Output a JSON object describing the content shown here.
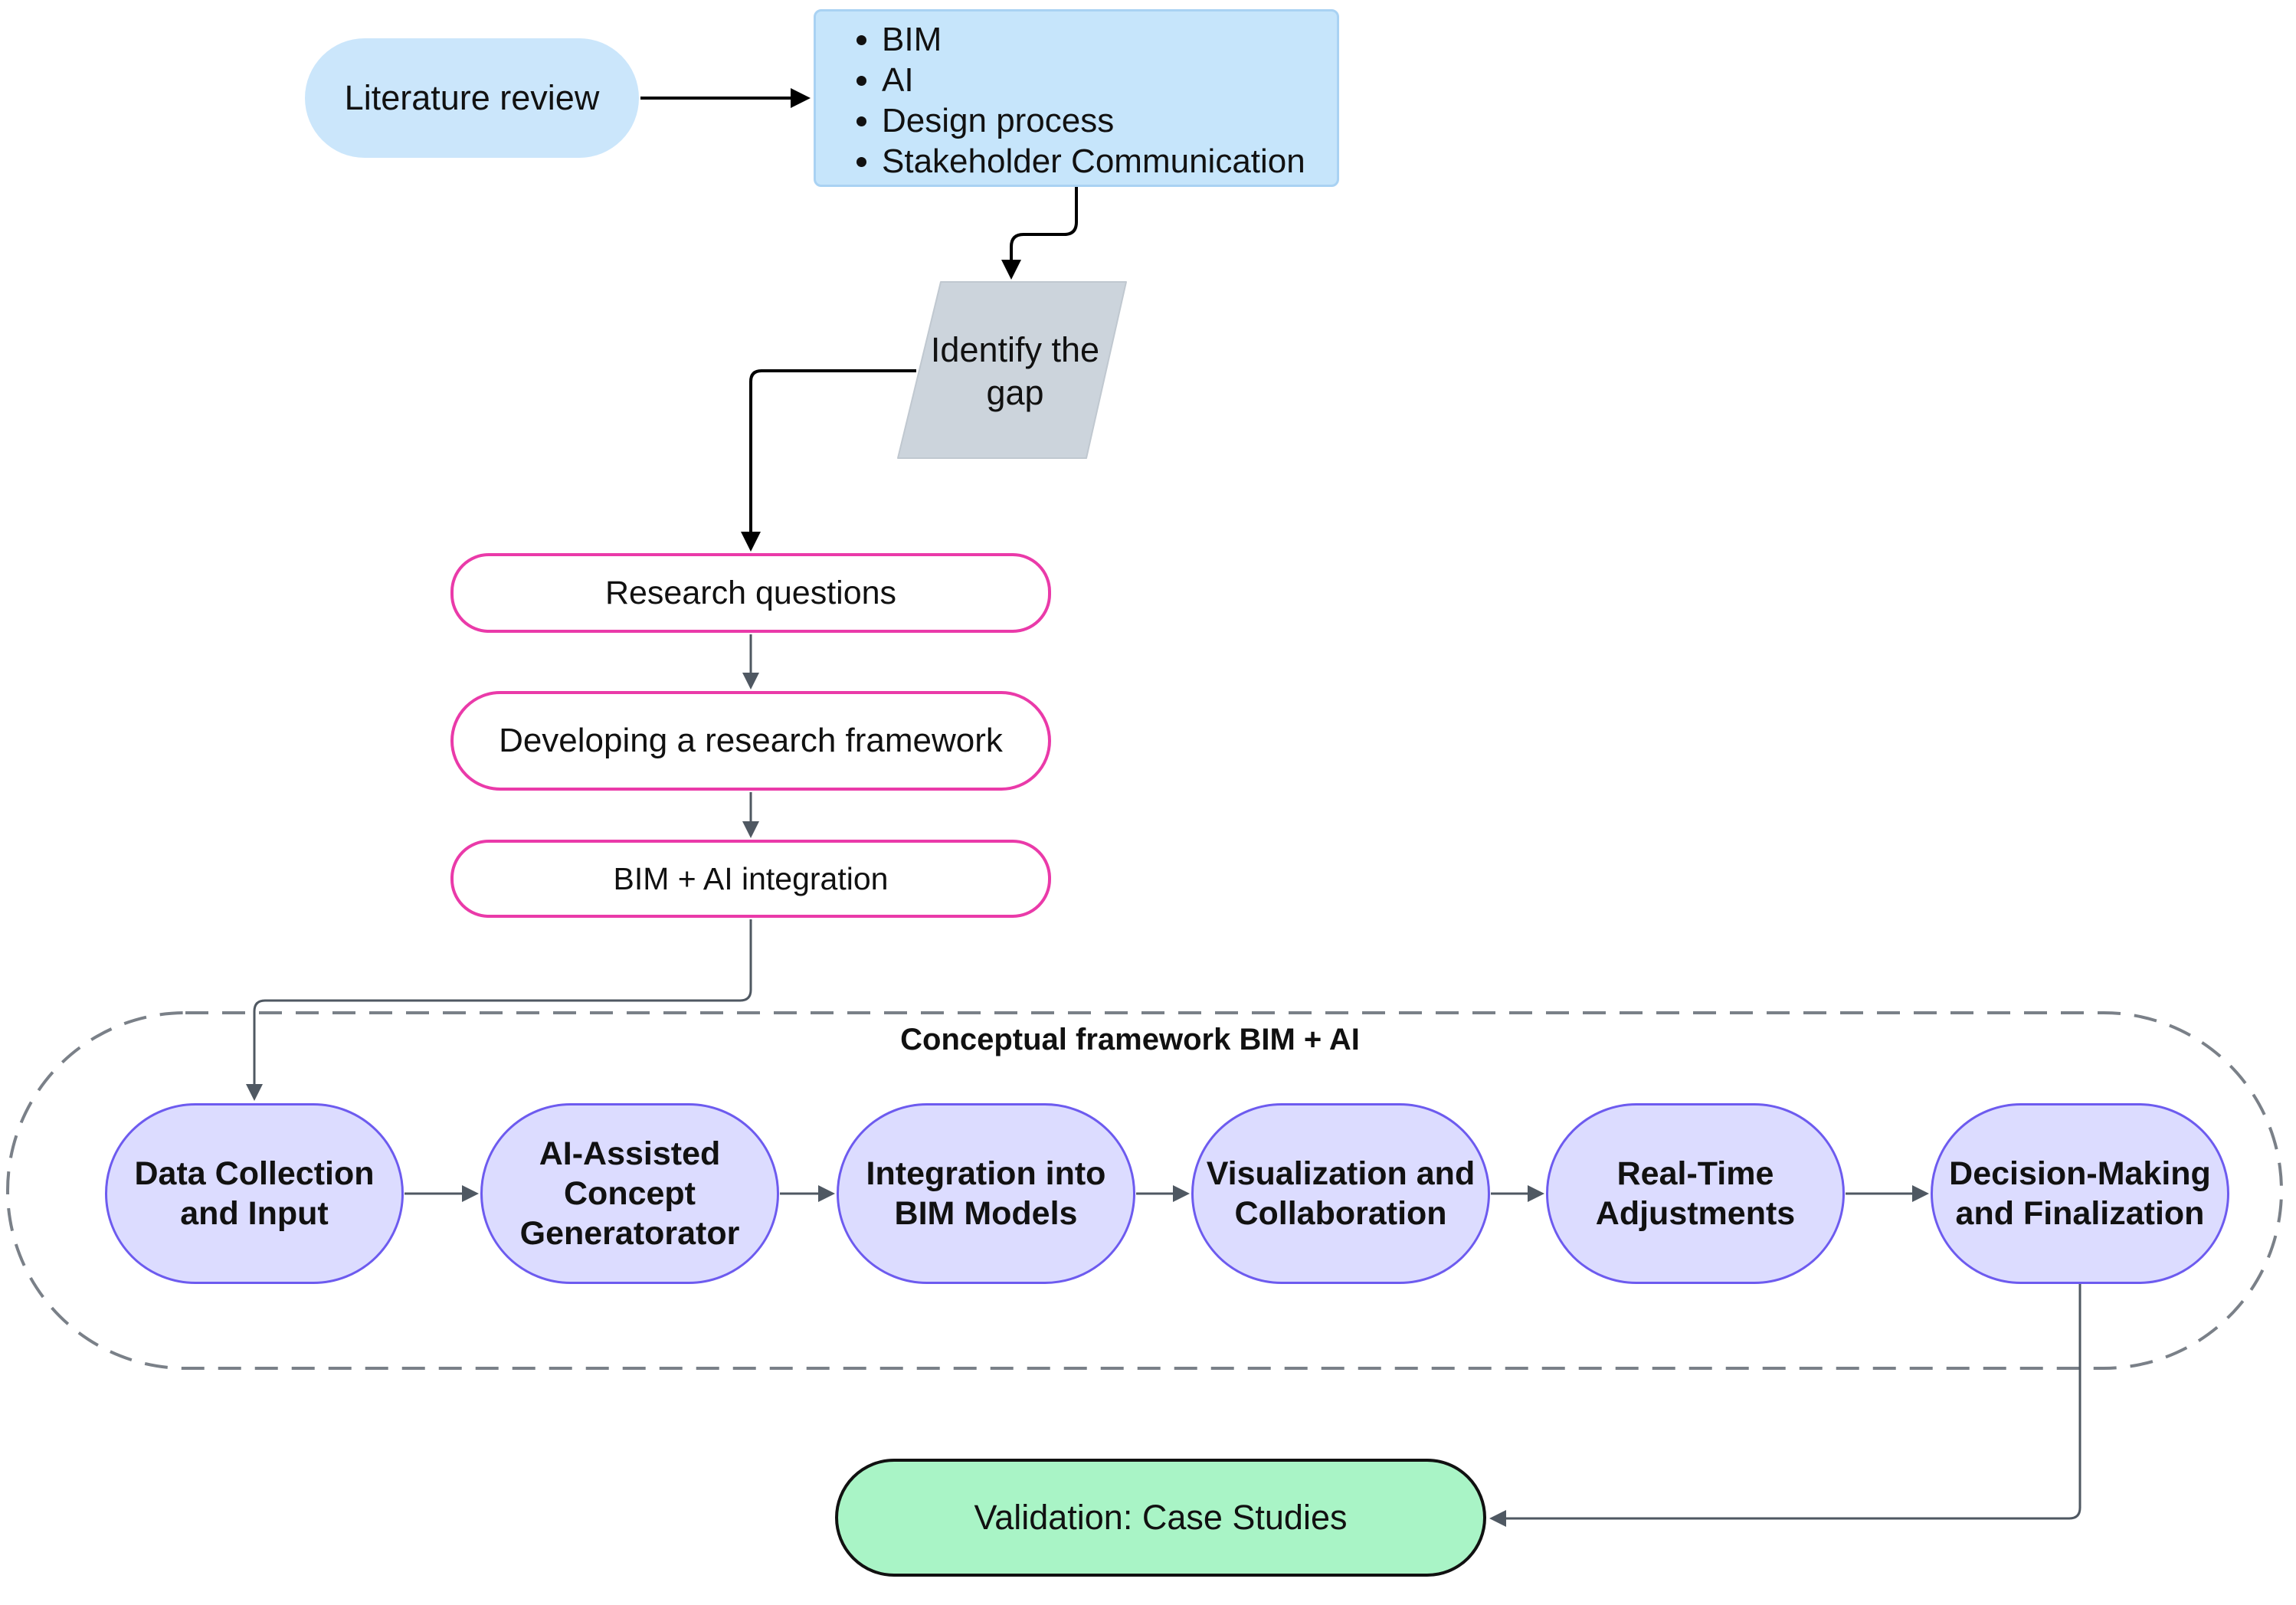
{
  "literature_review": "Literature review",
  "topics": [
    "BIM",
    "AI",
    "Design process",
    "Stakeholder Communication"
  ],
  "identify_gap": "Identify the gap",
  "research_questions": "Research questions",
  "developing_framework": "Developing a research framework",
  "bim_ai_integration": "BIM + AI integration",
  "conceptual_framework": {
    "title": "Conceptual framework BIM + AI",
    "steps": [
      "Data Collection and Input",
      "AI-Assisted Concept Generatorator",
      "Integration into BIM Models",
      "Visualization and Collaboration",
      "Real-Time Adjustments",
      "Decision-Making and Finalization"
    ]
  },
  "validation": "Validation: Case Studies",
  "colors": {
    "light_blue": "#cbe6fb",
    "gray_parallelogram": "#ccd4dc",
    "pink_border": "#ea3aa9",
    "lavender_fill": "#dcdcff",
    "purple_border": "#6d5bef",
    "green_fill": "#a9f4c6",
    "dashed_frame": "#7a8088",
    "connector_gray": "#4f5862"
  }
}
